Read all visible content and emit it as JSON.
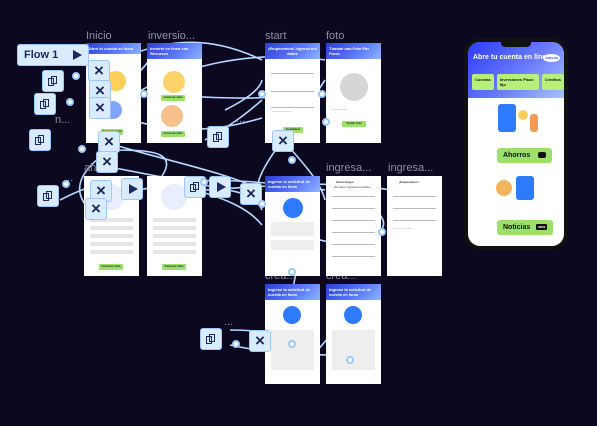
{
  "flow_label": "Flow 1",
  "frame_labels": {
    "inicio": "Inicio",
    "inversio": "inversio...",
    "start": "start",
    "foto": "foto",
    "n": "n...",
    "ah": "ah...",
    "ingresa1": "ingresa...",
    "ingresa2": "ingresa...",
    "crea1": "crea...",
    "crea2": "crea...",
    "dots1": "...",
    "dots2": "...",
    "dots3": "..."
  },
  "frames": {
    "inicio_title": "Abre tu cuenta en línea",
    "inversion_title": "Invierte en línea con Recursos",
    "start_title": "¡Empecemos! Ingresa tus datos",
    "foto_title": "Tómate una Foto Por Favor.",
    "foto_btn": "Tomar foto",
    "start_btn": "Continuar",
    "conocer": "Conocer más",
    "ingresa_title": "Inicia Ciego!",
    "ingresa_sub": "Por favor ingresa tus datos",
    "empecemos": "¡Empecemos!",
    "crea_title": "Ingrese la solicitud de cuenta en línea",
    "crea_title2": "Ingrese la solicitud de cuenta en línea"
  },
  "preview": {
    "title": "Abre tu cuenta en línea",
    "brand": "CRECUS",
    "tabs": [
      "Cuentas",
      "Inversiones Plazo fijo",
      "Créditos"
    ],
    "card1": "Ahorros",
    "card2": "Noticias",
    "card2_badge": "NEW"
  },
  "colors": {
    "background": "#0b0820",
    "connector": "#b7d8ff",
    "accent_green": "#9be06b",
    "header_blue": "#3b50e6"
  }
}
